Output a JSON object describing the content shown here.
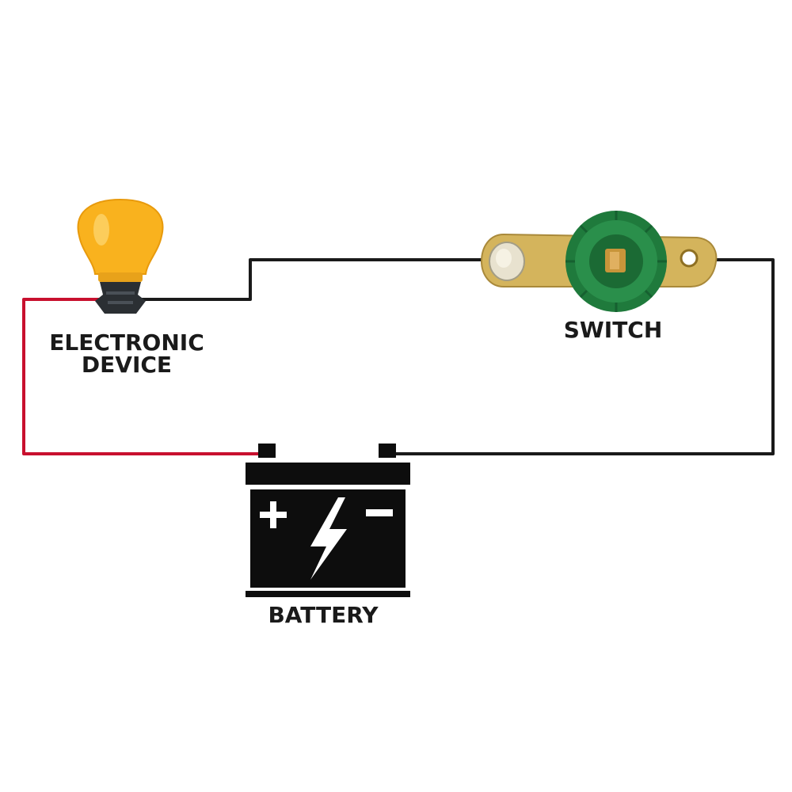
{
  "labels": {
    "device_line1": "ELECTRONIC",
    "device_line2": "DEVICE",
    "switch": "SWITCH",
    "battery": "BATTERY"
  },
  "colors": {
    "positive_wire": "#c8102e",
    "negative_wire": "#1a1a1a",
    "bulb_glass": "#f9b21e",
    "bulb_base": "#2b2f33",
    "switch_knob": "#1f7a3c",
    "switch_plate": "#d4b45c",
    "battery_body": "#0d0d0d"
  },
  "icons": {
    "bulb": "light-bulb-icon",
    "switch": "battery-disconnect-switch-icon",
    "battery": "car-battery-icon",
    "bolt": "lightning-bolt-icon",
    "plus": "plus-icon",
    "minus": "minus-icon"
  }
}
